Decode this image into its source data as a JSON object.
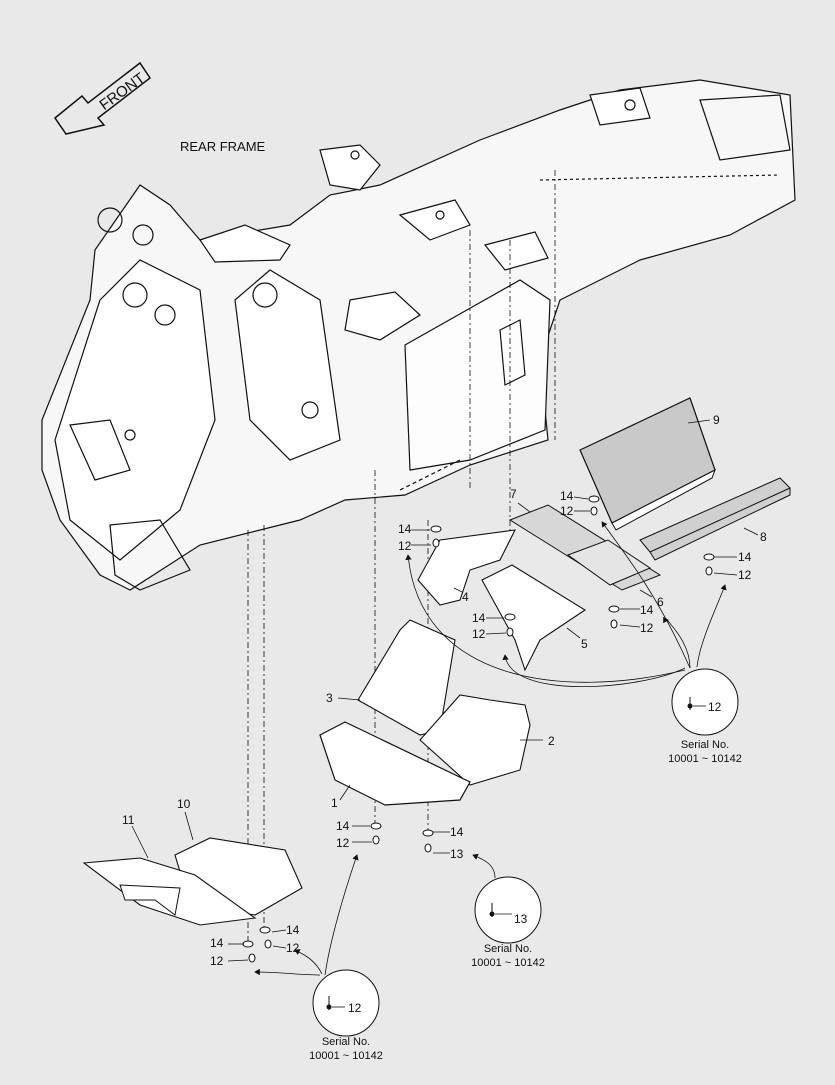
{
  "front_arrow": {
    "label": "FRONT"
  },
  "frame_title": "REAR FRAME",
  "callouts": {
    "c1": "1",
    "c2": "2",
    "c3": "3",
    "c4": "4",
    "c5": "5",
    "c6": "6",
    "c7": "7",
    "c8": "8",
    "c9": "9",
    "c10": "10",
    "c11": "11",
    "q14_a": "14",
    "q12_a": "12",
    "q14_b": "14",
    "q12_b": "12",
    "q14_c": "14",
    "q12_c": "12",
    "q14_d": "14",
    "q12_d": "12",
    "q14_e": "14",
    "q12_e": "12",
    "q14_f": "14",
    "q12_f": "12",
    "q14_g": "14",
    "q13_g": "13",
    "q14_h": "14",
    "q12_h": "12",
    "q14_i": "14",
    "q12_i": "12"
  },
  "detail_circles": [
    {
      "part": "12",
      "serial_label": "Serial No.",
      "serial_range": "10001 ~ 10142"
    },
    {
      "part": "13",
      "serial_label": "Serial No.",
      "serial_range": "10001 ~ 10142"
    },
    {
      "part": "12",
      "serial_label": "Serial No.",
      "serial_range": "10001 ~ 10142"
    }
  ]
}
